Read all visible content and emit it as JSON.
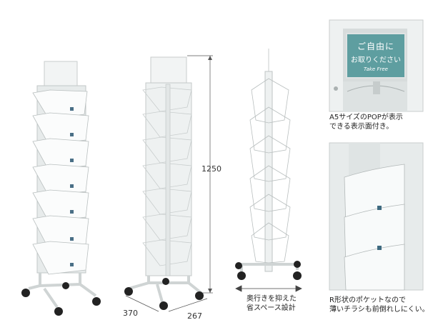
{
  "dimensions": {
    "height": "1250",
    "width": "370",
    "depth": "267"
  },
  "captions": {
    "depth_compact": [
      "奥行きを抑えた",
      "省スペース設計"
    ],
    "pop_display": [
      "A5サイズのPOPが表示",
      "できる表示面付き。"
    ],
    "r_pocket": [
      "R形状のポケットなので",
      "薄いチラシも前倒れしにくい。"
    ]
  },
  "pop_sign": {
    "line1": "ご自由に",
    "line2": "お取りください",
    "line3": "Take Free"
  },
  "colors": {
    "sign": "#5e9ea0",
    "frame": "#e6eaea"
  }
}
